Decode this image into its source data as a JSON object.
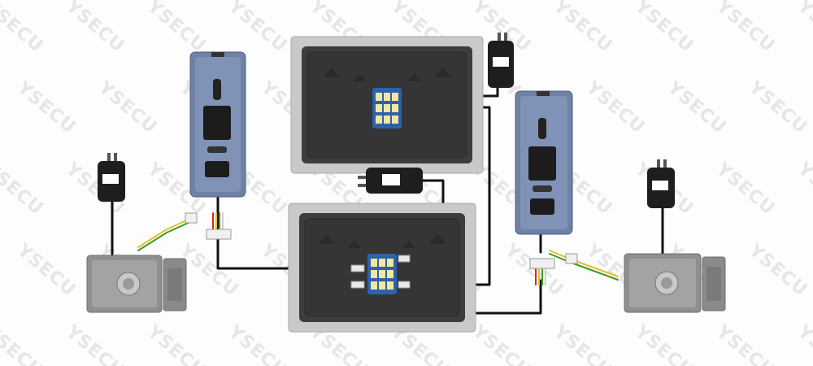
{
  "watermark": {
    "brand": "YSECU"
  },
  "colors": {
    "wire_black": "#111111",
    "wire_red": "#d8261c",
    "wire_yellow": "#e6c020",
    "wire_green": "#3a9a2a",
    "monitor_frame": "#c8c8c8",
    "monitor_back": "#3a3a3a",
    "terminal_block": "#2d62a8",
    "outdoor_panel": "#6f82a6",
    "lock_body": "#8f8f8f",
    "adapter": "#1e1e1e"
  },
  "components": {
    "monitors": [
      {
        "name": "indoor-monitor-top"
      },
      {
        "name": "indoor-monitor-bottom"
      }
    ],
    "outdoor_stations": [
      {
        "name": "outdoor-station-left"
      },
      {
        "name": "outdoor-station-right"
      }
    ],
    "locks": [
      {
        "name": "electric-lock-left"
      },
      {
        "name": "electric-lock-right"
      }
    ],
    "adapters": [
      {
        "name": "power-adapter-top"
      },
      {
        "name": "power-adapter-middle"
      },
      {
        "name": "power-adapter-left"
      },
      {
        "name": "power-adapter-right"
      }
    ]
  }
}
